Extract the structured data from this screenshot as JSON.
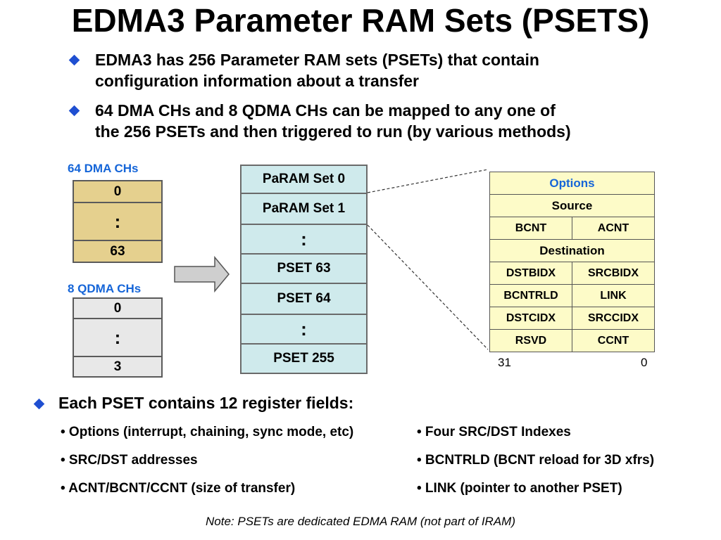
{
  "title": "EDMA3 Parameter RAM Sets (PSETS)",
  "bullets": [
    {
      "line1": "EDMA3 has 256 Parameter RAM sets (PSETs) that contain",
      "line2": "configuration information about a transfer"
    },
    {
      "line1": "64 DMA CHs and 8 QDMA CHs can be mapped to any one of",
      "line2": "the 256 PSETs and then triggered to run (by various methods)"
    }
  ],
  "dma": {
    "label": "64 DMA CHs",
    "cells": [
      "0",
      ":",
      "63"
    ]
  },
  "qdma": {
    "label": "8 QDMA CHs",
    "cells": [
      "0",
      ":",
      "3"
    ]
  },
  "psets": [
    "PaRAM Set 0",
    "PaRAM Set 1",
    ":",
    "PSET 63",
    "PSET 64",
    ":",
    "PSET 255"
  ],
  "pset_fields": {
    "options": "Options",
    "source": "Source",
    "bcnt": "BCNT",
    "acnt": "ACNT",
    "destination": "Destination",
    "dstbidx": "DSTBIDX",
    "srcbidx": "SRCBIDX",
    "bcntrld": "BCNTRLD",
    "link": "LINK",
    "dstcidx": "DSTCIDX",
    "srccidx": "SRCCIDX",
    "rsvd": "RSVD",
    "ccnt": "CCNT",
    "bit_high": "31",
    "bit_low": "0"
  },
  "fields_heading": "Each PSET contains 12 register fields:",
  "fields_left": [
    "• Options (interrupt, chaining, sync mode, etc)",
    "• SRC/DST addresses",
    "• ACNT/BCNT/CCNT (size of transfer)"
  ],
  "fields_right": [
    "• Four SRC/DST Indexes",
    "• BCNTRLD (BCNT reload for 3D xfrs)",
    "• LINK (pointer to another PSET)"
  ],
  "note": "Note: PSETs are dedicated EDMA RAM (not part of IRAM)",
  "colors": {
    "bullet_diamond": "#1f4fd1",
    "label_blue": "#1565d8",
    "dma_fill": "#e5d08e",
    "qdma_fill": "#e8e8e8",
    "pset_fill": "#cfeaec",
    "option_fill": "#fdfbc8"
  }
}
